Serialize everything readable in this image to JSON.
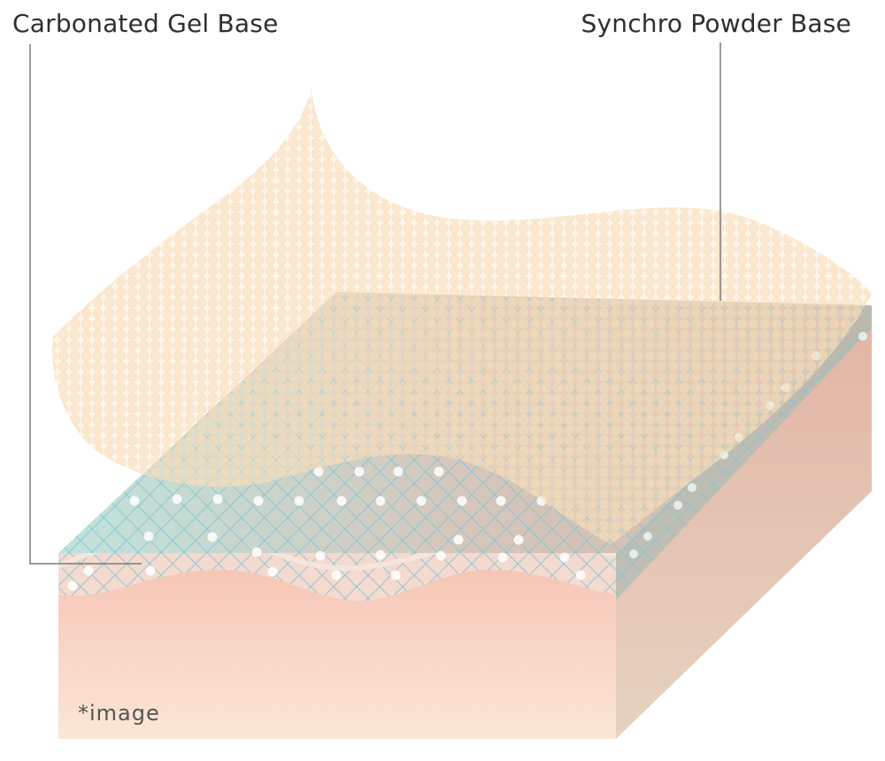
{
  "labels": {
    "left": "Carbonated Gel Base",
    "right": "Synchro Powder Base"
  },
  "note": "*image",
  "colors": {
    "skin_top": "#f6c5b5",
    "skin_bottom": "#fbe4d3",
    "skin_side": "#e4c2b0",
    "gel_tint": "#8fd2cc",
    "gel_lines": "#7fc4d4",
    "powder": "#fbe1bd",
    "leader": "#7a7a7a",
    "bubble": "#ffffff"
  }
}
